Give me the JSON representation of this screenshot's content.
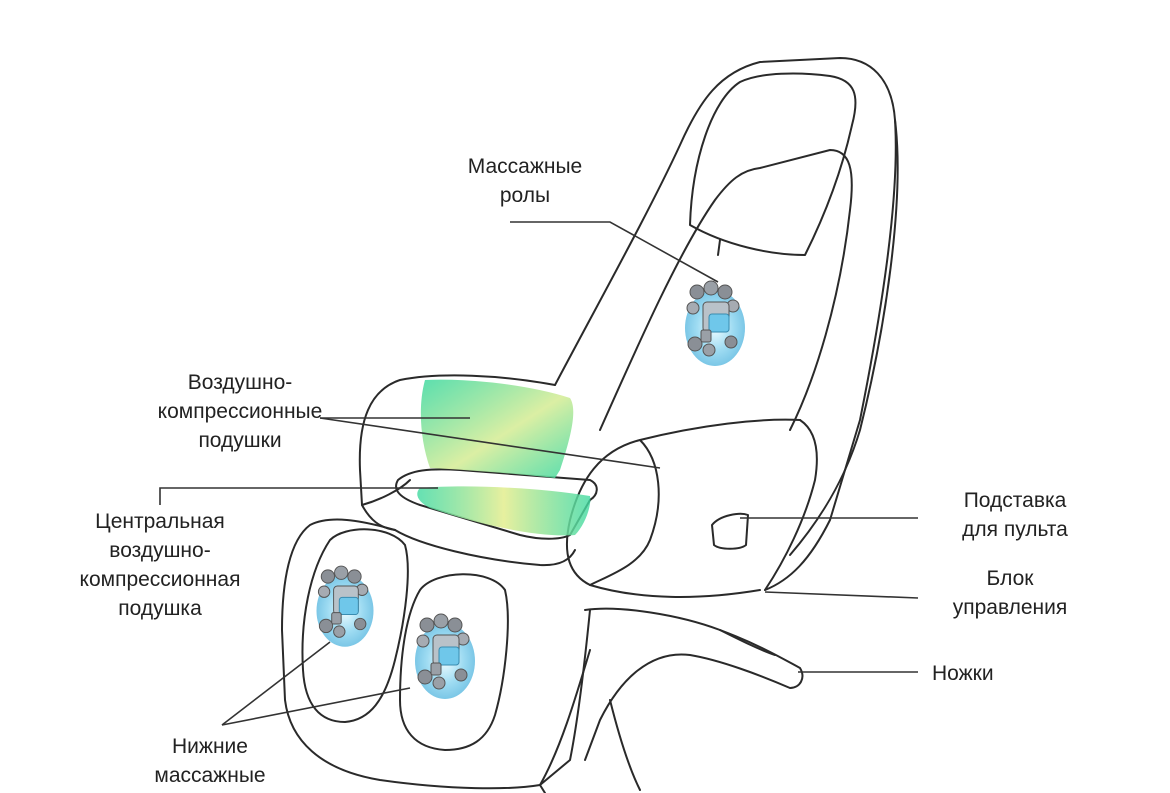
{
  "labels": {
    "massage_rollers": [
      "Массажные",
      "ролы"
    ],
    "air_cushions": [
      "Воздушно-",
      "компрессионные",
      "подушки"
    ],
    "central_cushion": [
      "Центральная",
      "воздушно-",
      "компрессионная",
      "подушка"
    ],
    "remote_stand": [
      "Подставка",
      "для пульта"
    ],
    "control_unit": [
      "Блок",
      "управления"
    ],
    "legs": [
      "Ножки"
    ],
    "lower_massagers": [
      "Нижние",
      "массажные"
    ]
  },
  "colors": {
    "outline": "#2a2a2a",
    "leader": "#333333",
    "cushion_green": "#3fd9a0",
    "cushion_yellow": "#e6ef9a",
    "roller_gray": "#8a8f96",
    "roller_blue": "#7fd0ee"
  },
  "icons": {
    "roller": "massage-roller-mechanism-icon"
  }
}
